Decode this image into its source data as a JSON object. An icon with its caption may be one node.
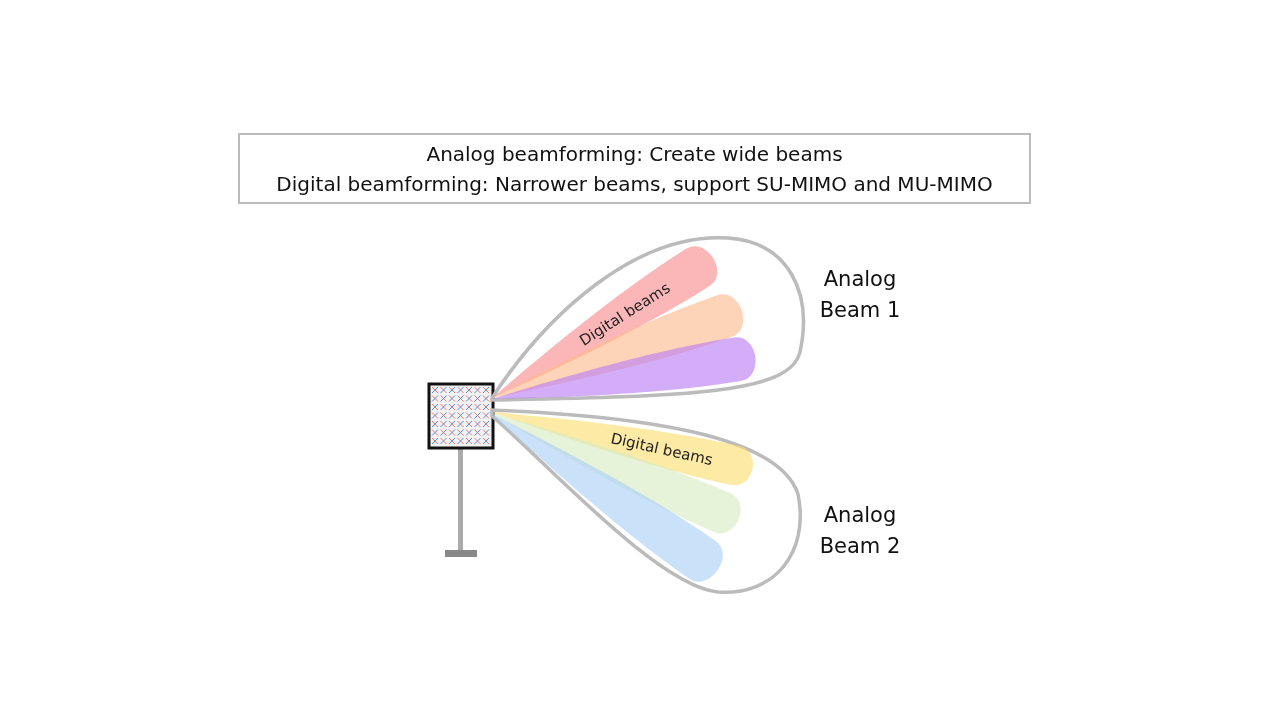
{
  "diagram": {
    "nodes": [
      {
        "text": [
          "Analog beamforming: Create wide beams",
          "Digital beamforming: Narrower beams, support SU-MIMO and MU-MIMO"
        ]
      },
      {
        "text": [
          "Analog Beam 1",
          "Digital beams"
        ]
      },
      {
        "text": [
          "Analog Beam 2",
          "Digital beams"
        ]
      }
    ]
  }
}
